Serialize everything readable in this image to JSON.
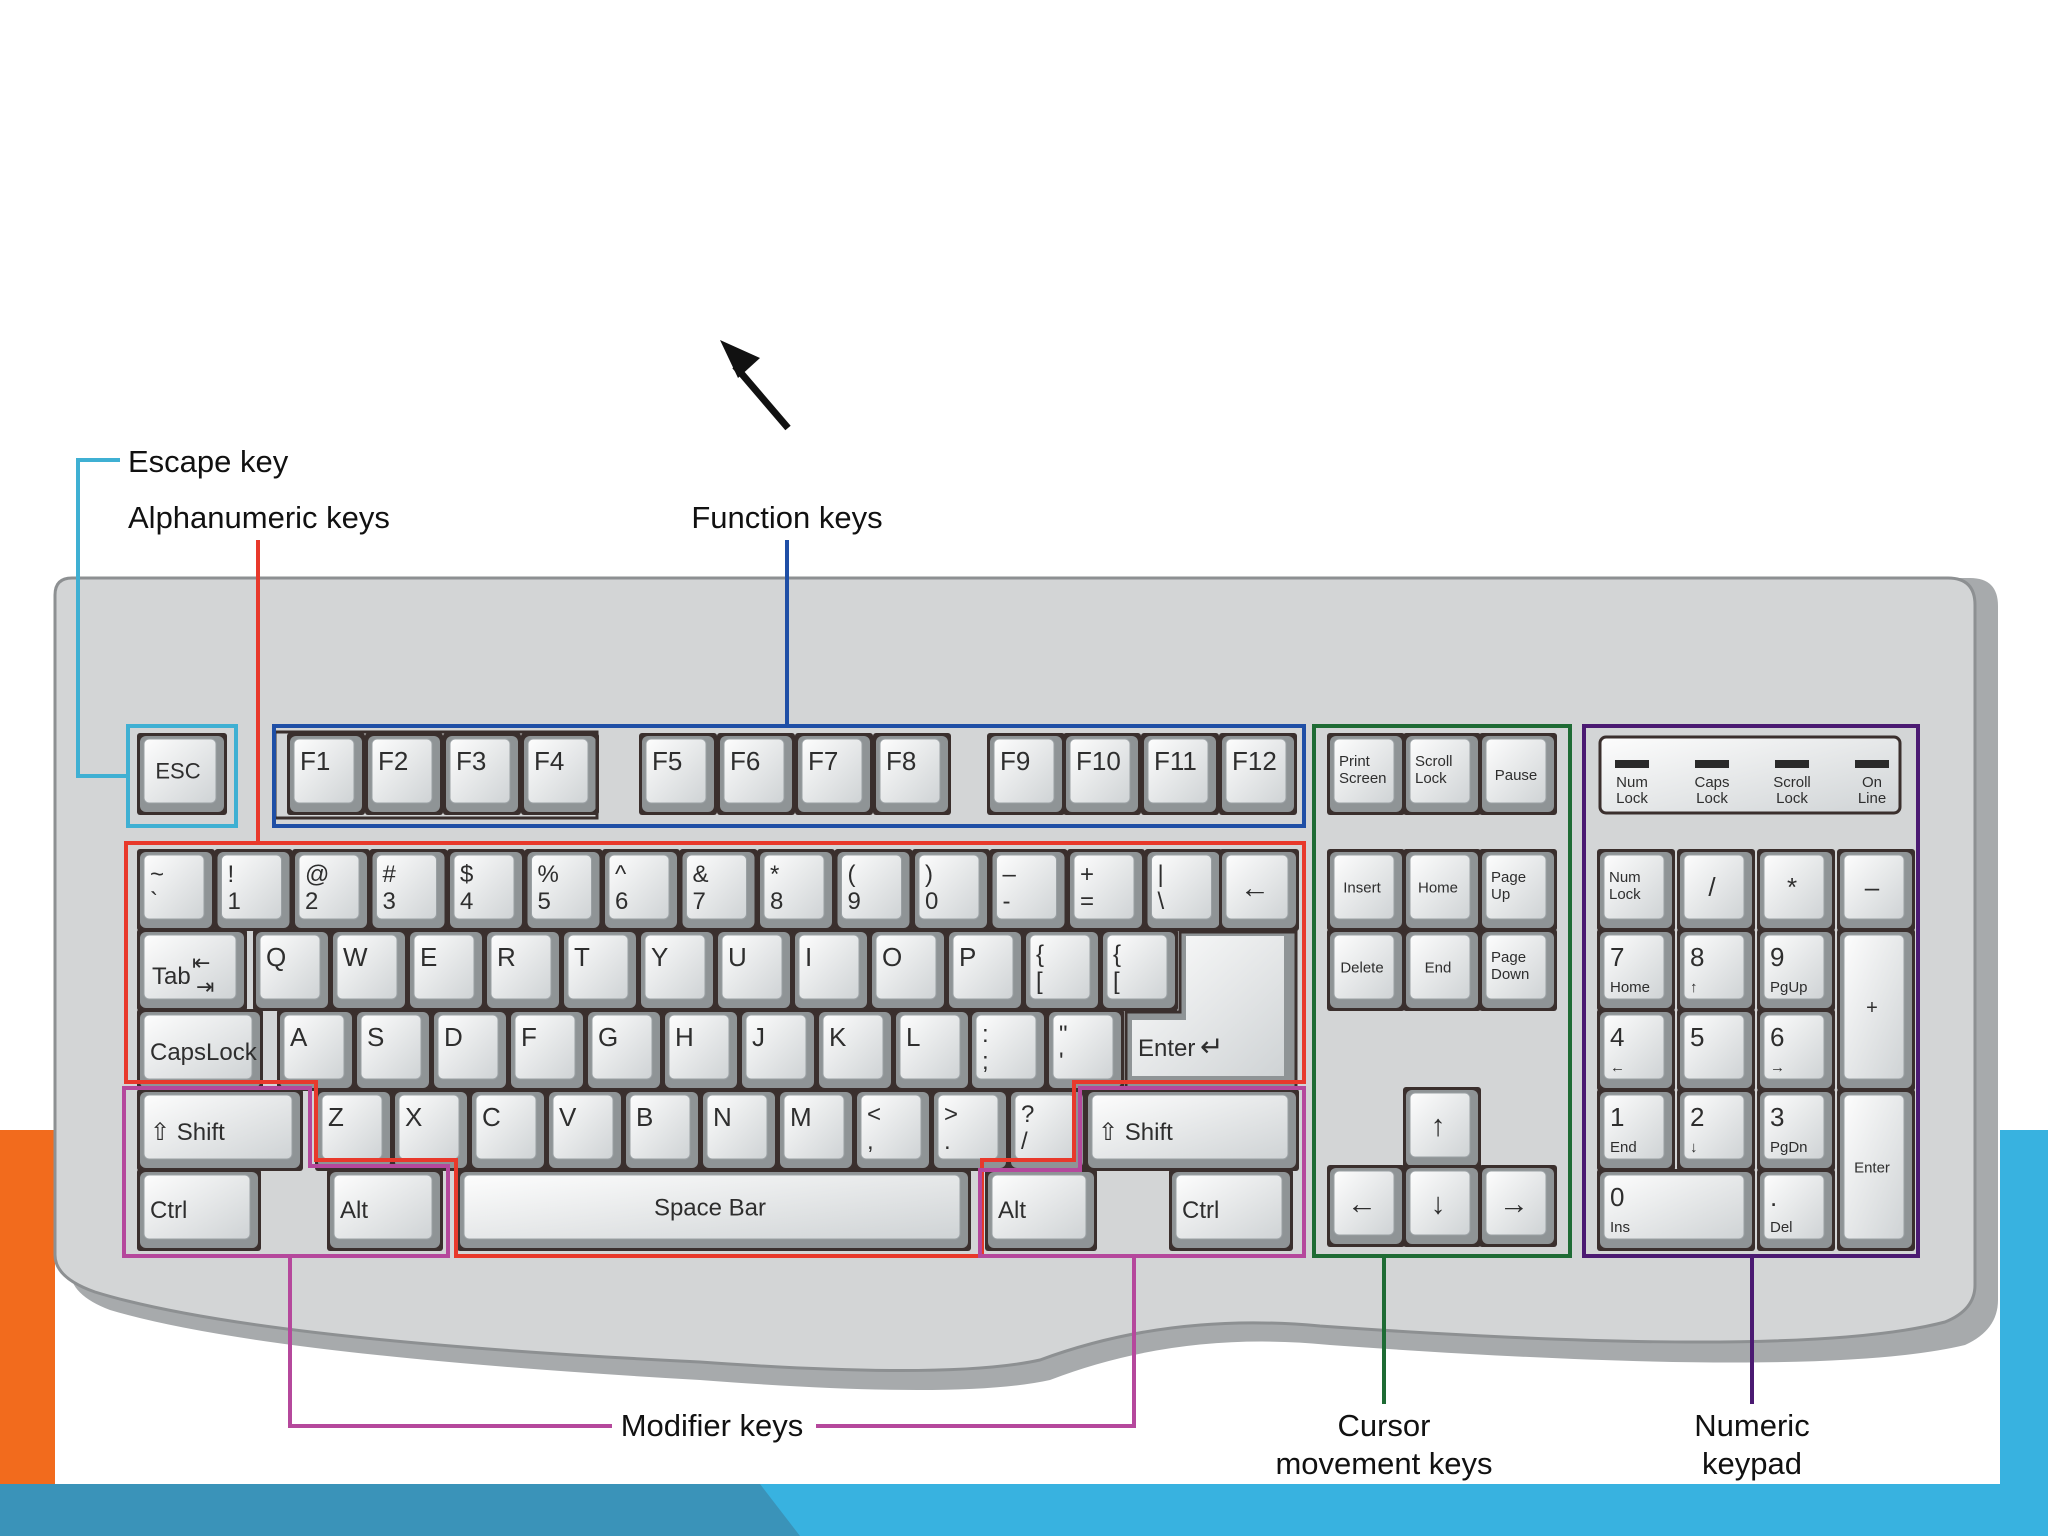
{
  "callouts": {
    "escape": "Escape key",
    "alphanumeric": "Alphanumeric keys",
    "function": "Function keys",
    "modifier": "Modifier keys",
    "cursor_line1": "Cursor",
    "cursor_line2": "movement keys",
    "numpad_line1": "Numeric",
    "numpad_line2": "keypad"
  },
  "colors": {
    "escape": "#3fb0d3",
    "alphanumeric": "#e8392b",
    "function": "#1f4fa6",
    "modifier": "#b5489c",
    "cursor": "#1e6b34",
    "numpad": "#4b1a72",
    "accent_orange": "#f26b1d",
    "accent_blue": "#38b2e0",
    "keyboard_body": "#d3d5d6"
  },
  "keys": {
    "esc": "ESC",
    "f1": "F1",
    "f2": "F2",
    "f3": "F3",
    "f4": "F4",
    "f5": "F5",
    "f6": "F6",
    "f7": "F7",
    "f8": "F8",
    "f9": "F9",
    "f10": "F10",
    "f11": "F11",
    "f12": "F12",
    "print_screen_1": "Print",
    "print_screen_2": "Screen",
    "scroll_lock_1": "Scroll",
    "scroll_lock_2": "Lock",
    "pause": "Pause",
    "ind_num_1": "Num",
    "ind_num_2": "Lock",
    "ind_caps_1": "Caps",
    "ind_caps_2": "Lock",
    "ind_scroll_1": "Scroll",
    "ind_scroll_2": "Lock",
    "ind_online_1": "On",
    "ind_online_2": "Line",
    "tilde_top": "~",
    "tilde_bot": "`",
    "k1_top": "!",
    "k1_bot": "1",
    "k2_top": "@",
    "k2_bot": "2",
    "k3_top": "#",
    "k3_bot": "3",
    "k4_top": "$",
    "k4_bot": "4",
    "k5_top": "%",
    "k5_bot": "5",
    "k6_top": "^",
    "k6_bot": "6",
    "k7_top": "&",
    "k7_bot": "7",
    "k8_top": "*",
    "k8_bot": "8",
    "k9_top": "(",
    "k9_bot": "9",
    "k0_top": ")",
    "k0_bot": "0",
    "minus_top": "–",
    "minus_bot": "-",
    "equal_top": "+",
    "equal_bot": "=",
    "pipe_top": "|",
    "pipe_bot": "\\",
    "backspace": "←",
    "tab": "Tab",
    "q": "Q",
    "w": "W",
    "e": "E",
    "r": "R",
    "t": "T",
    "y": "Y",
    "u": "U",
    "i": "I",
    "o": "O",
    "p": "P",
    "lbrace_top": "{",
    "lbrace_bot": "[",
    "rbrace_top": "{",
    "rbrace_bot": "[",
    "capslock": "CapsLock",
    "a": "A",
    "s": "S",
    "d": "D",
    "f": "F",
    "g": "G",
    "h": "H",
    "j": "J",
    "k": "K",
    "l": "L",
    "semicolon_top": ":",
    "semicolon_bot": ";",
    "quote_top": "\"",
    "quote_bot": "'",
    "enter": "Enter",
    "lshift": "Shift",
    "rshift": "Shift",
    "z": "Z",
    "x": "X",
    "c": "C",
    "v": "V",
    "b": "B",
    "n": "N",
    "m": "M",
    "comma_top": "<",
    "comma_bot": ",",
    "period_top": ">",
    "period_bot": ".",
    "slash_top": "?",
    "slash_bot": "/",
    "lctrl": "Ctrl",
    "lalt": "Alt",
    "space": "Space Bar",
    "ralt": "Alt",
    "rctrl": "Ctrl",
    "insert": "Insert",
    "home": "Home",
    "pageup_1": "Page",
    "pageup_2": "Up",
    "delete": "Delete",
    "end": "End",
    "pagedown_1": "Page",
    "pagedown_2": "Down",
    "arrow_up": "↑",
    "arrow_left": "←",
    "arrow_down": "↓",
    "arrow_right": "→",
    "np_numlock_1": "Num",
    "np_numlock_2": "Lock",
    "np_slash": "/",
    "np_star": "*",
    "np_minus": "–",
    "np7": "7",
    "np7_sub": "Home",
    "np8": "8",
    "np8_sub": "↑",
    "np9": "9",
    "np9_sub": "PgUp",
    "np_plus": "+",
    "np4": "4",
    "np4_sub": "←",
    "np5": "5",
    "np6": "6",
    "np6_sub": "→",
    "np1": "1",
    "np1_sub": "End",
    "np2": "2",
    "np2_sub": "↓",
    "np3": "3",
    "np3_sub": "PgDn",
    "np_enter": "Enter",
    "np0": "0",
    "np0_sub": "Ins",
    "np_dot": ".",
    "np_dot_sub": "Del"
  }
}
